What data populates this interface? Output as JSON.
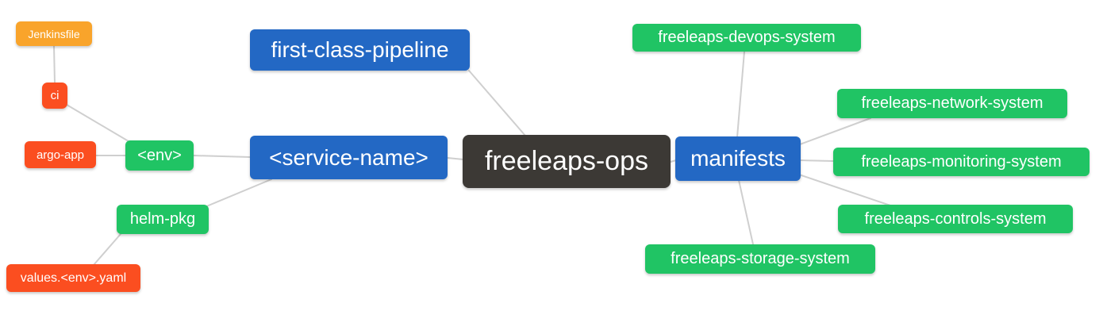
{
  "diagram": {
    "type": "mindmap",
    "root_label": "freeleaps-ops"
  },
  "nodes": {
    "root": {
      "label": "freeleaps-ops",
      "color": "#3c3935"
    },
    "first_class_pipeline": {
      "label": "first-class-pipeline",
      "color": "#2368c4"
    },
    "service_name": {
      "label": "<service-name>",
      "color": "#2368c4"
    },
    "manifests": {
      "label": "manifests",
      "color": "#2368c4"
    },
    "env": {
      "label": "<env>",
      "color": "#20c464"
    },
    "helm_pkg": {
      "label": "helm-pkg",
      "color": "#20c464"
    },
    "jenkinsfile": {
      "label": "Jenkinsfile",
      "color": "#f9a42b"
    },
    "ci": {
      "label": "ci",
      "color": "#fb4e20"
    },
    "argo_app": {
      "label": "argo-app",
      "color": "#fb4e20"
    },
    "values_env_yaml": {
      "label": "values.<env>.yaml",
      "color": "#fb4e20"
    },
    "devops_system": {
      "label": "freeleaps-devops-system",
      "color": "#20c464"
    },
    "network_system": {
      "label": "freeleaps-network-system",
      "color": "#20c464"
    },
    "monitoring_system": {
      "label": "freeleaps-monitoring-system",
      "color": "#20c464"
    },
    "controls_system": {
      "label": "freeleaps-controls-system",
      "color": "#20c464"
    },
    "storage_system": {
      "label": "freeleaps-storage-system",
      "color": "#20c464"
    }
  },
  "edges": [
    {
      "from": "jenkinsfile",
      "to": "ci"
    },
    {
      "from": "ci",
      "to": "env"
    },
    {
      "from": "argo_app",
      "to": "env"
    },
    {
      "from": "env",
      "to": "service_name"
    },
    {
      "from": "service_name",
      "to": "helm_pkg"
    },
    {
      "from": "helm_pkg",
      "to": "values_env_yaml"
    },
    {
      "from": "first_class_pipeline",
      "to": "root"
    },
    {
      "from": "service_name",
      "to": "root"
    },
    {
      "from": "root",
      "to": "manifests"
    },
    {
      "from": "manifests",
      "to": "devops_system"
    },
    {
      "from": "manifests",
      "to": "network_system"
    },
    {
      "from": "manifests",
      "to": "monitoring_system"
    },
    {
      "from": "manifests",
      "to": "controls_system"
    },
    {
      "from": "manifests",
      "to": "storage_system"
    }
  ],
  "colors": {
    "root_node": "#3c3935",
    "branch_node": "#2368c4",
    "leaf_green": "#20c464",
    "leaf_orange": "#f9a42b",
    "leaf_red": "#fb4e20",
    "edge": "#cfcfcf",
    "text": "#ffffff",
    "background": "#ffffff"
  }
}
